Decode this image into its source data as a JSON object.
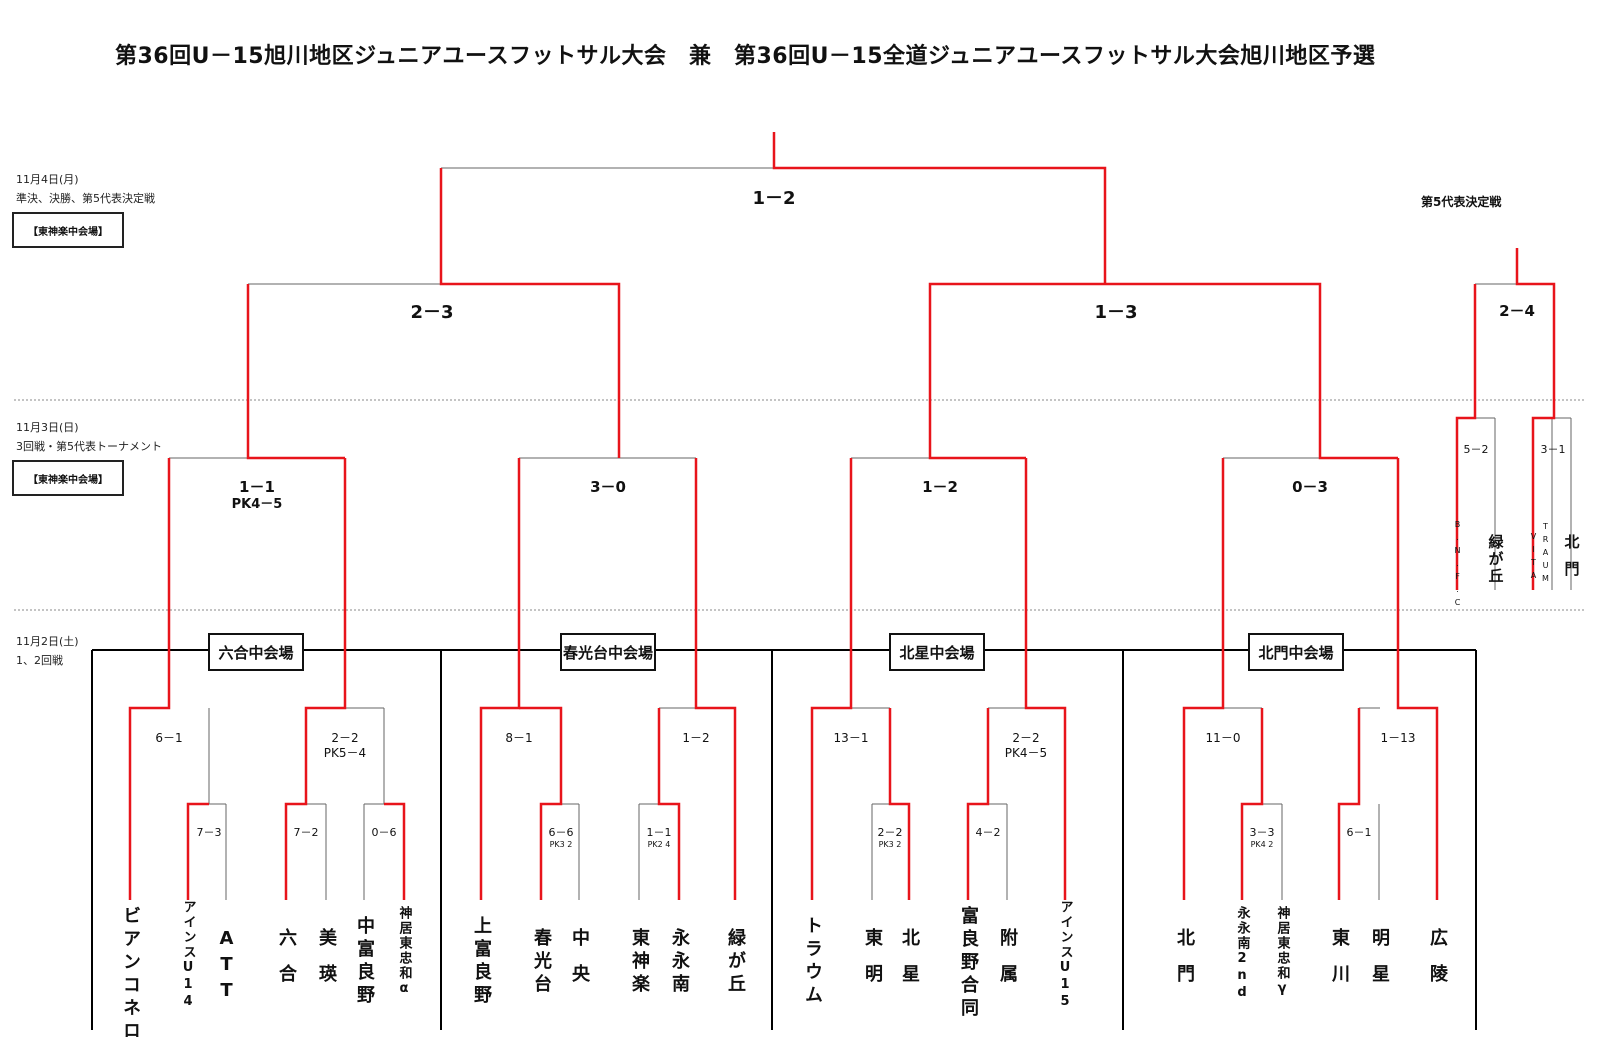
{
  "title": "第36回U－15旭川地区ジュニアユースフットサル大会　兼　第36回U－15全道ジュニアユースフットサル大会旭川地区予選",
  "days": [
    {
      "date": "11月4日(月)",
      "round": "準決、決勝、第5代表決定戦",
      "venue": "【東神楽中会場】"
    },
    {
      "date": "11月3日(日)",
      "round": "3回戦・第5代表トーナメント",
      "venue": "【東神楽中会場】"
    },
    {
      "date": "11月2日(土)",
      "round": "1、2回戦"
    }
  ],
  "venues": [
    "六合中会場",
    "春光台中会場",
    "北星中会場",
    "北門中会場"
  ],
  "fifth_title": "第5代表決定戦",
  "scores": {
    "final": "1－2",
    "semi1": "2－3",
    "semi2": "1－3",
    "fifth_final": "2－4",
    "r3_1": "1－1",
    "r3_1_pk": "PK4－5",
    "r3_2": "3－0",
    "r3_3": "1－2",
    "r3_4": "0－3",
    "f_1": "5－2",
    "f_2": "3－1",
    "r2_1": "6－1",
    "r2_2": "2－2",
    "r2_2_pk": "PK5－4",
    "r2_3": "8－1",
    "r2_4": "1－2",
    "r2_5": "13－1",
    "r2_6": "2－2",
    "r2_6_pk": "PK4－5",
    "r2_7": "11－0",
    "r2_8": "1－13",
    "r1_1": "7－3",
    "r1_2": "7－2",
    "r1_3": "0－6",
    "r1_4": "6－6",
    "r1_4_pk": "PK3 2",
    "r1_5": "1－1",
    "r1_5_pk": "PK2 4",
    "r1_6": "2－2",
    "r1_6_pk": "PK3 2",
    "r1_7": "4－2",
    "r1_8": "3－3",
    "r1_8_pk": "PK4 2",
    "r1_9": "6－1"
  },
  "teams": [
    "ビアンコネロ",
    "アインスU14",
    "ATT",
    "六合",
    "美瑛",
    "中富良野",
    "神居東忠和α",
    "上富良野",
    "春光台",
    "中央",
    "東神楽",
    "永永南",
    "緑が丘",
    "トラウム",
    "東明",
    "北星",
    "富良野合同",
    "附属",
    "アインスU15",
    "北門",
    "永永南2nd",
    "神居東忠和γ",
    "東川",
    "明星",
    "広陵"
  ],
  "fifth_teams": [
    "B.N.F.C",
    "緑が丘",
    "VITA",
    "TRAUM",
    "北門"
  ],
  "colors": {
    "winner": "#e8141b",
    "line": "#000000",
    "loser": "#777777"
  }
}
